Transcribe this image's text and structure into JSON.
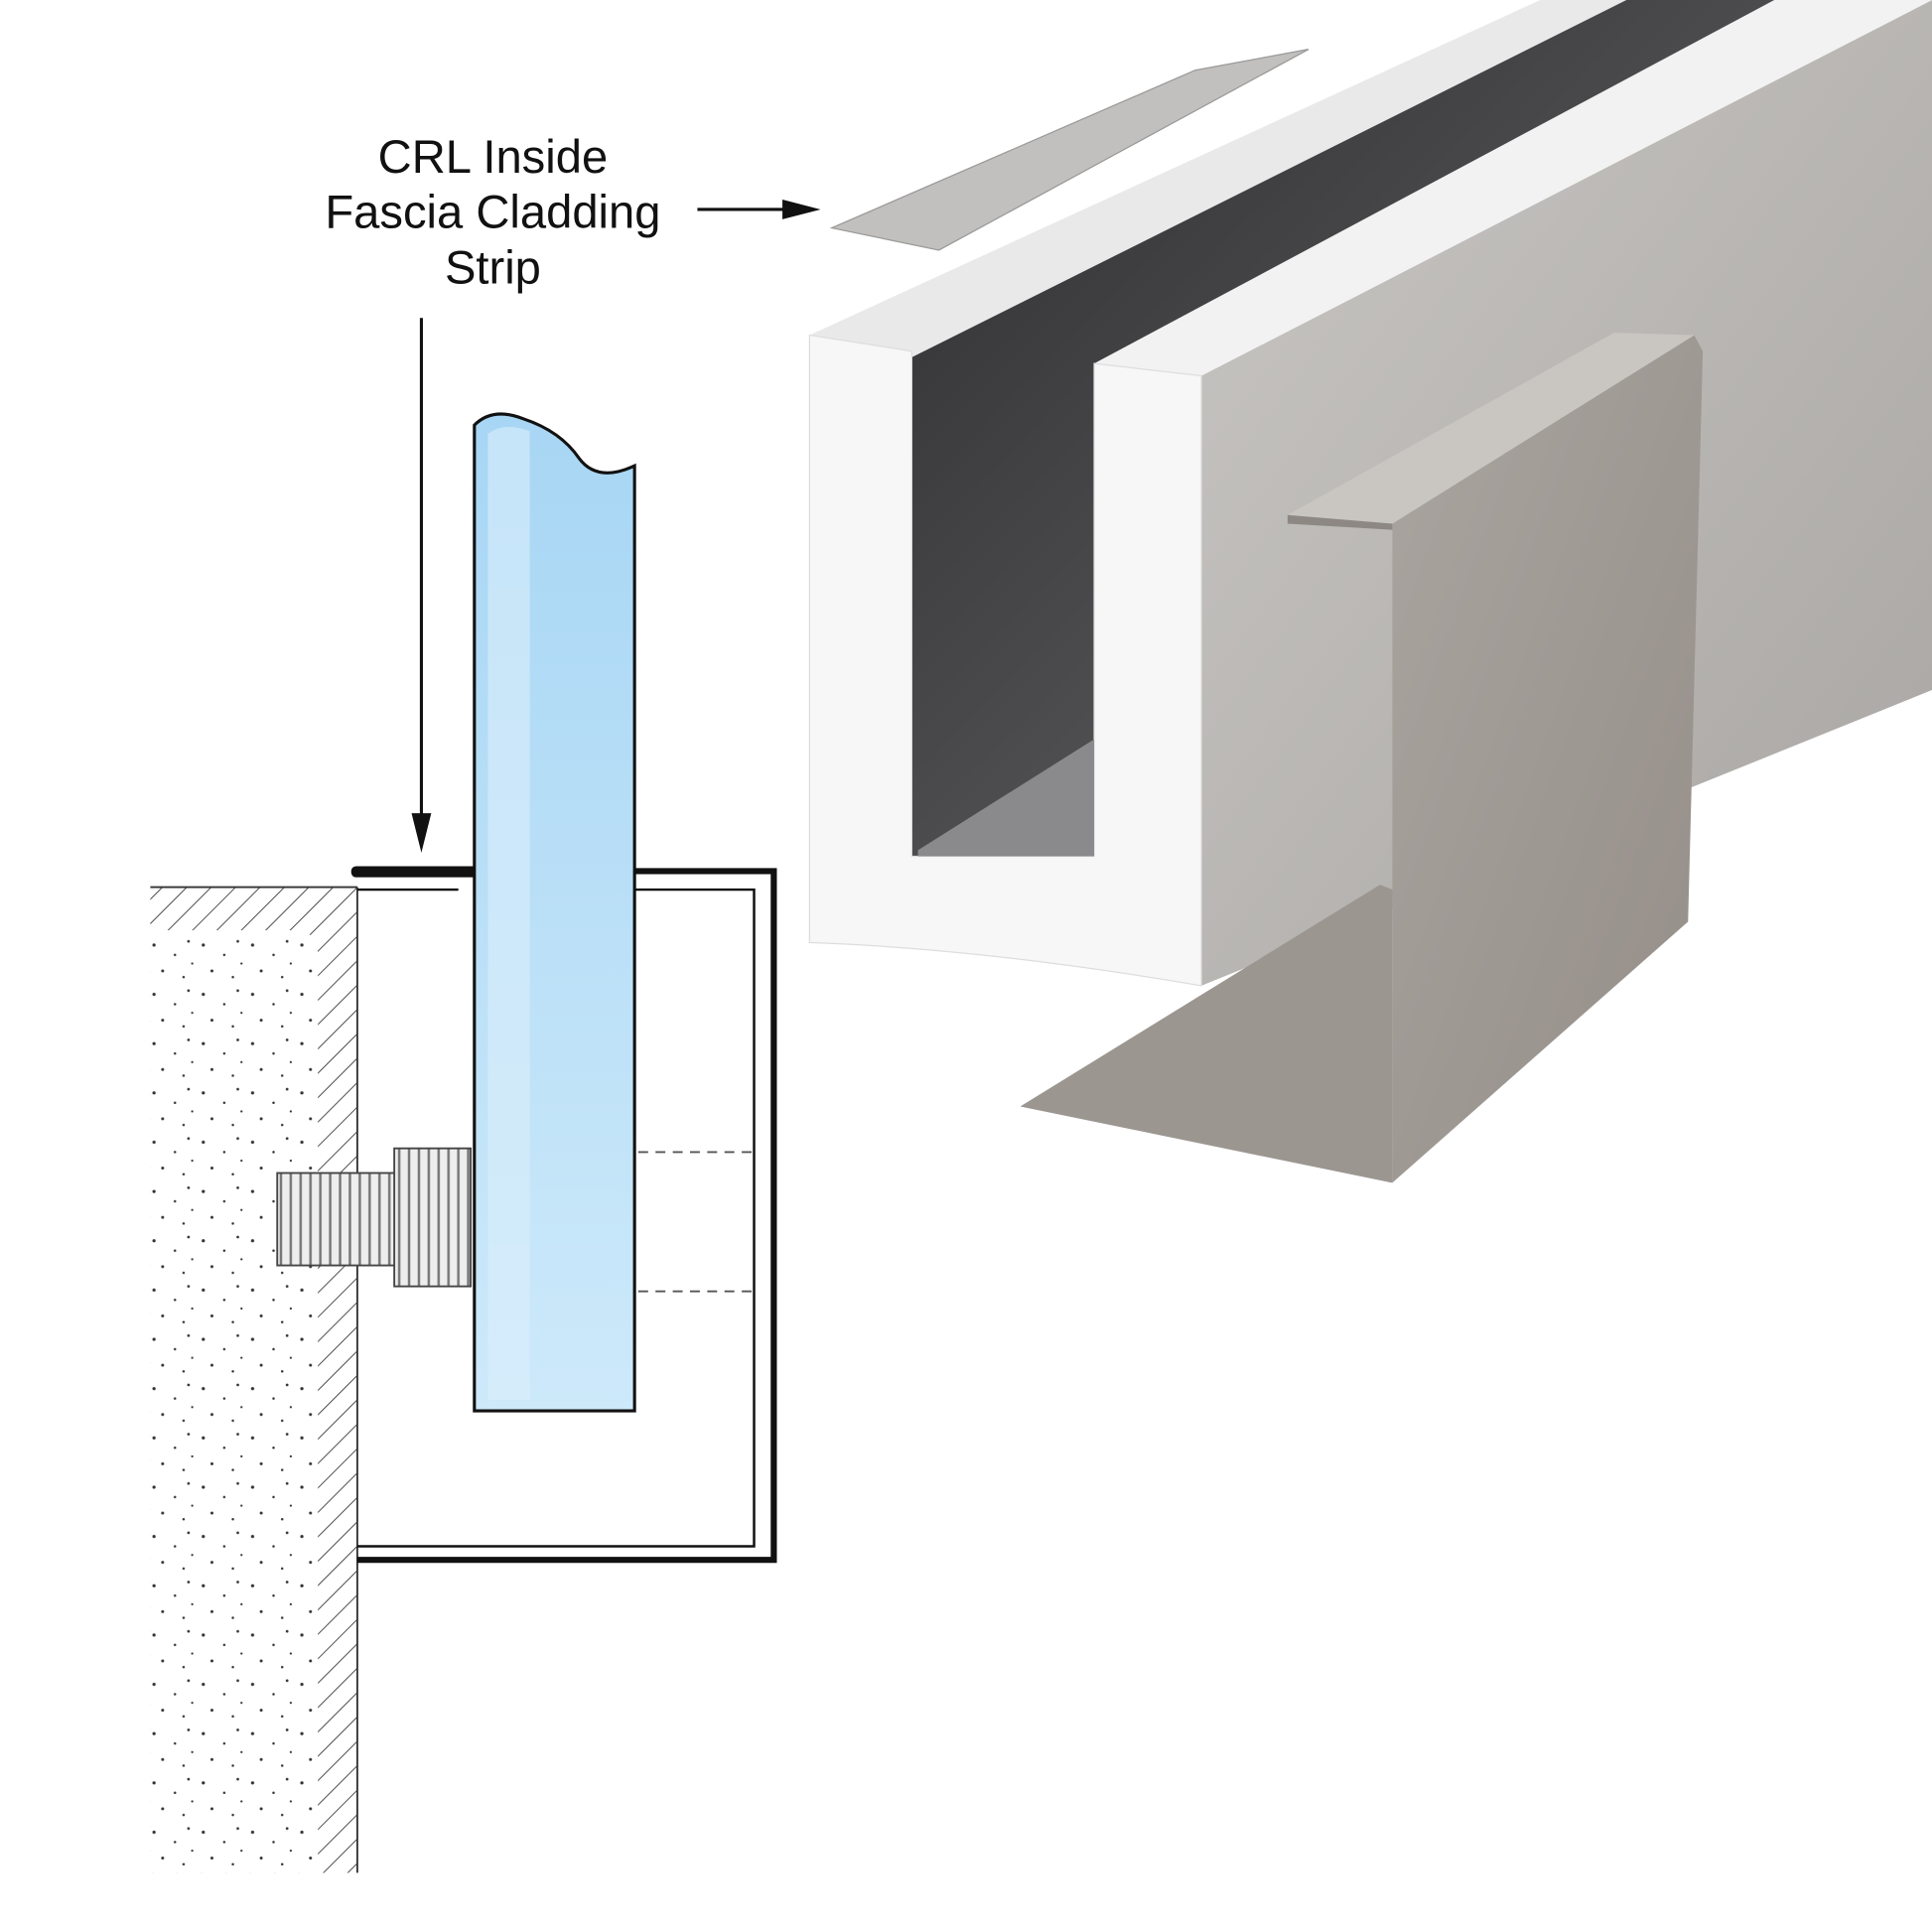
{
  "callout": {
    "lines": [
      "CRL Inside",
      "Fascia Cladding",
      "Strip"
    ]
  },
  "colors": {
    "glass": "#a9d8f5",
    "glass_light": "#dff1fc",
    "outline": "#111111",
    "metal_side": "#b3afab",
    "cladding": "#a39d98",
    "cavity": "#3a3a3c"
  }
}
